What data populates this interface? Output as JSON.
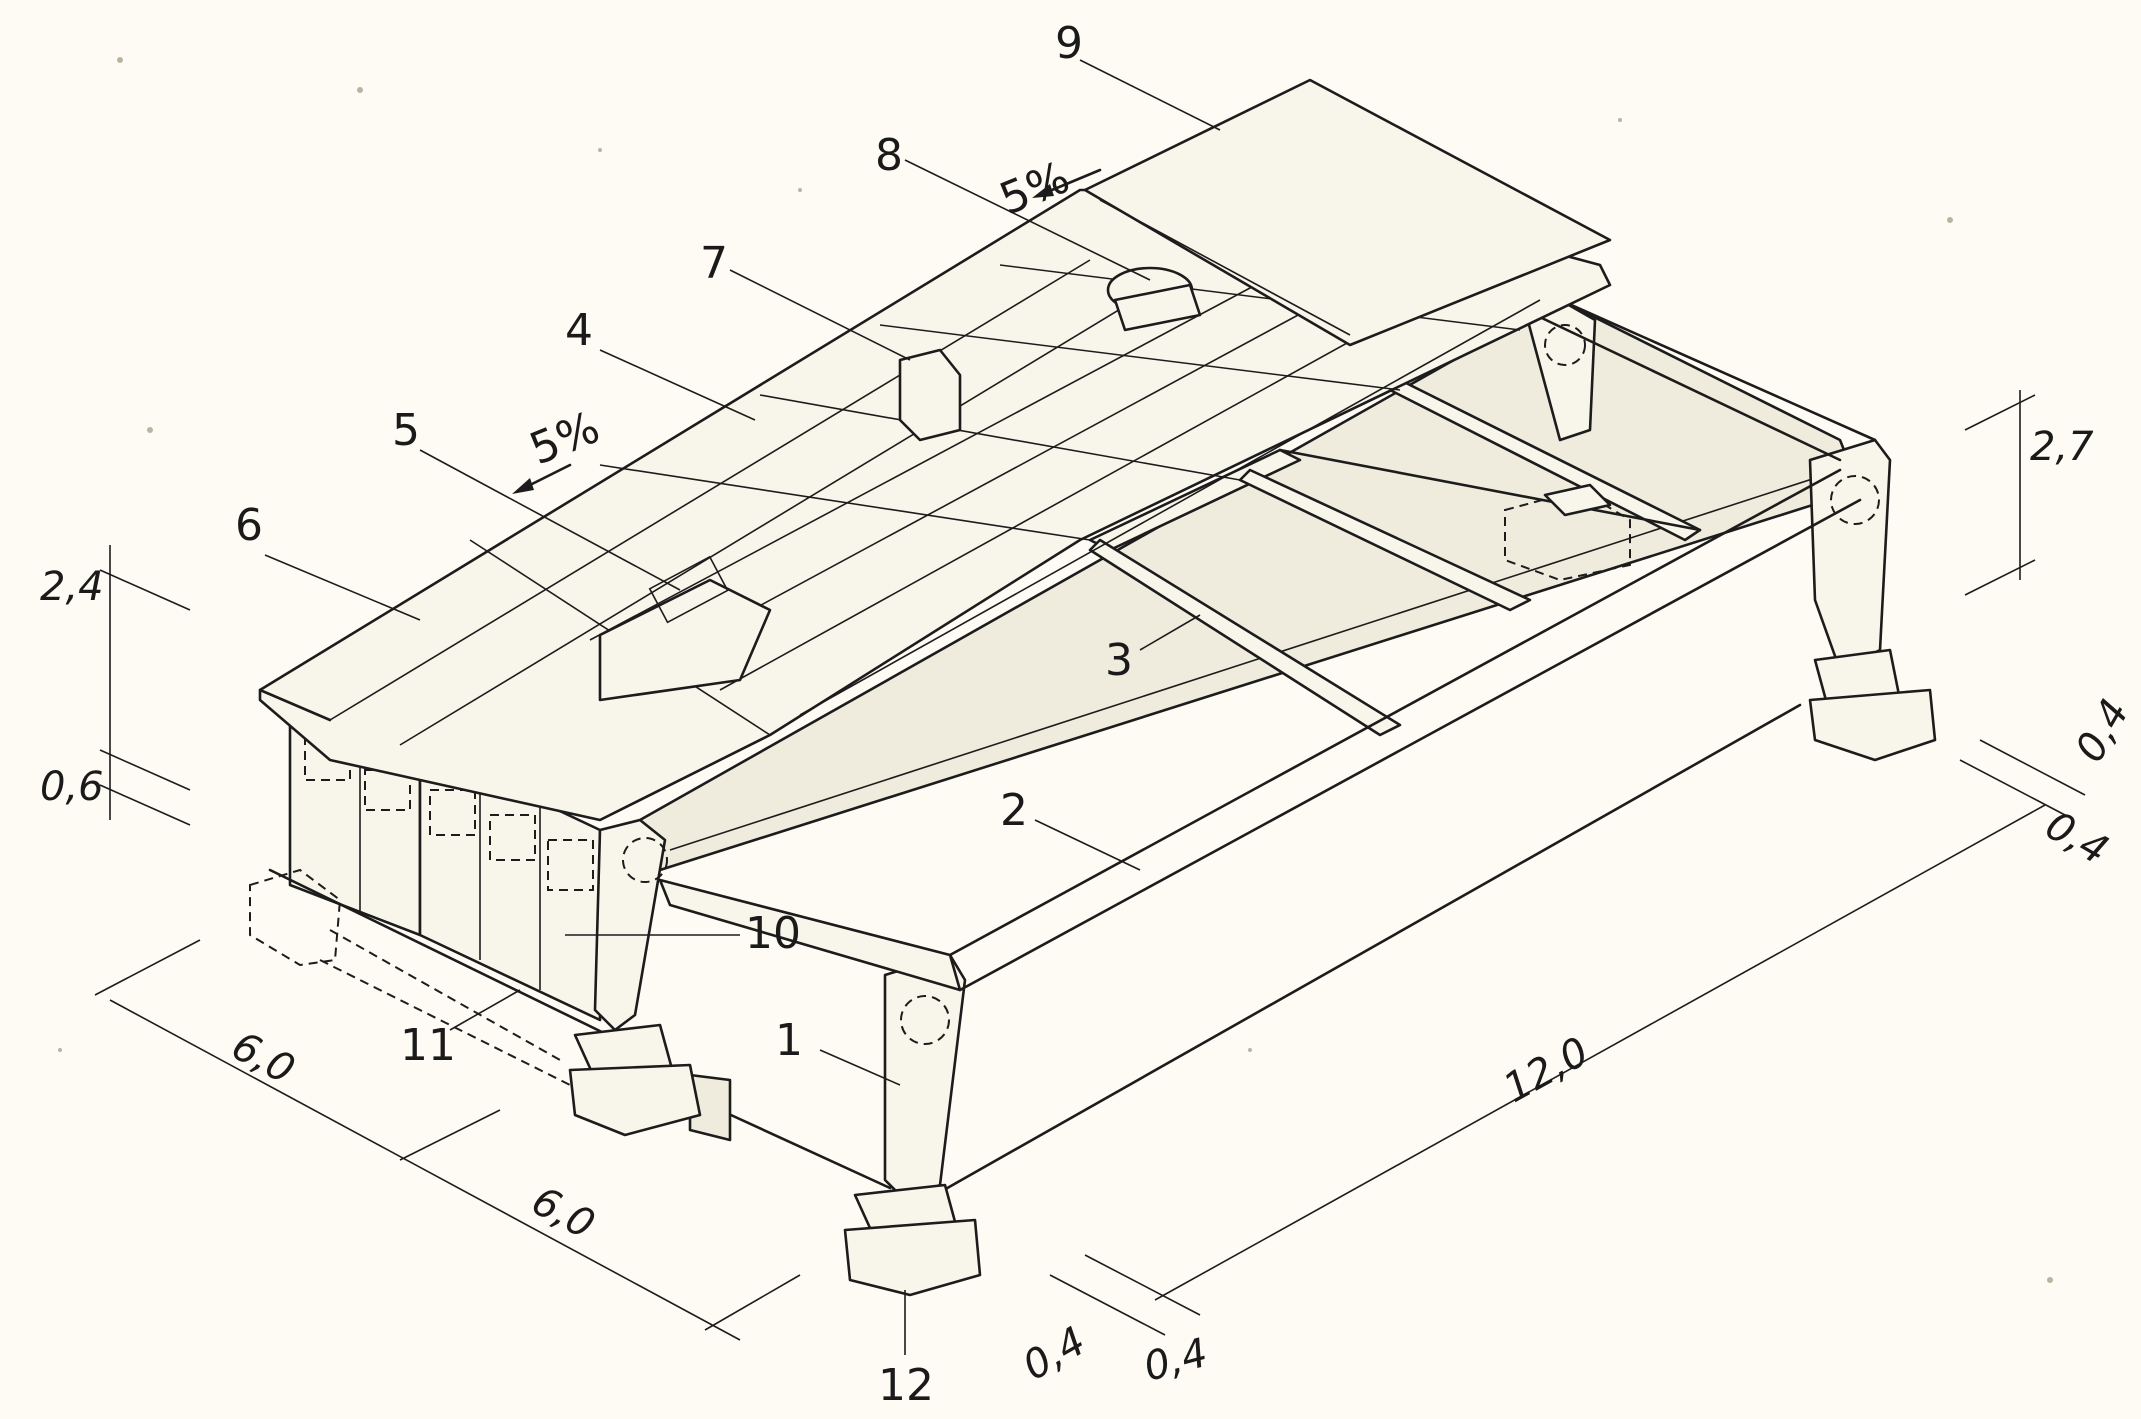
{
  "callouts": {
    "c1": "1",
    "c2": "2",
    "c3": "3",
    "c4": "4",
    "c5": "5",
    "c6": "6",
    "c7": "7",
    "c8": "8",
    "c9": "9",
    "c10": "10",
    "c11": "11",
    "c12": "12"
  },
  "slopes": {
    "front": "5%",
    "back": "5%"
  },
  "dimensions": {
    "bay_width_1": "6,0",
    "bay_width_2": "6,0",
    "span": "12,0",
    "wall_height": "2,4",
    "plinth_height": "0,6",
    "frame_height": "2,7",
    "offset_front_left": "0,4",
    "offset_front_right": "0,4",
    "offset_back_top": "0,4",
    "offset_back_bottom": "0,4"
  }
}
